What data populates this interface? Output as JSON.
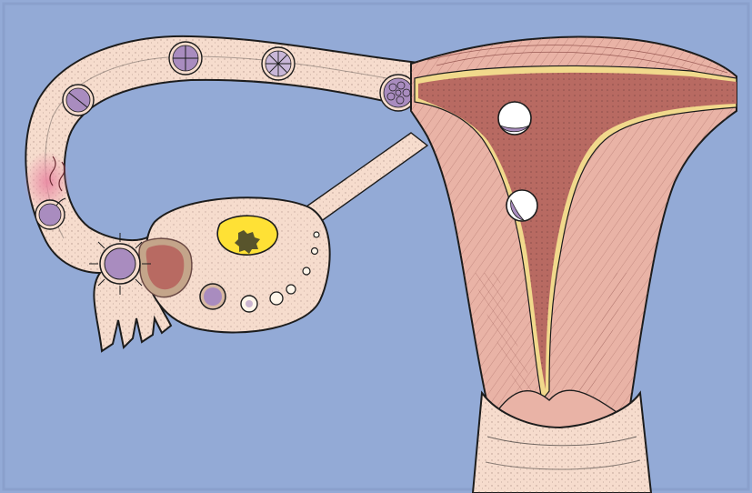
{
  "illustration": {
    "colors": {
      "background": "#93aad6",
      "tissue": "#f6dccd",
      "muscle": "#e9b3a6",
      "muscle_line": "#9a5b55",
      "lumen": "#b86a62",
      "lumen_dark": "#8f4a47",
      "endometrium_edge": "#f1d98c",
      "follicle": "#ffe135",
      "cell": "#a98cbf",
      "cell_light": "#c9b7d8",
      "inflammation": "#e98aa3",
      "outline": "#1c1c1c"
    },
    "stages_shown": [
      "ovulated-oocyte",
      "fertilization",
      "two-cell-embryo",
      "four-cell-embryo",
      "eight-cell-embryo",
      "morula",
      "early-blastocyst",
      "hatching-blastocyst",
      "implanting-blastocyst"
    ]
  }
}
